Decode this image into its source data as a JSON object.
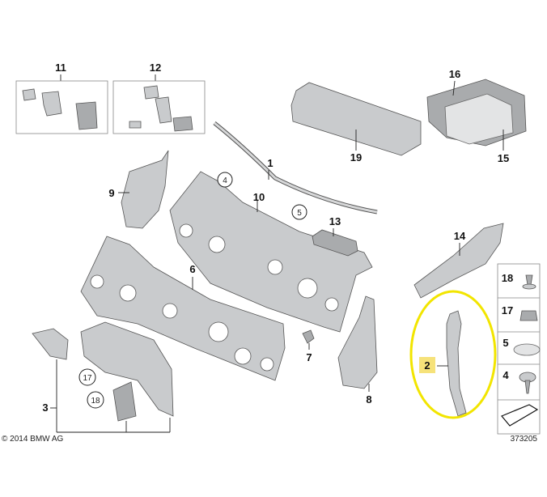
{
  "copyright": "© 2014 BMW AG",
  "diagram_number": "373205",
  "parts": [
    {
      "label": "1"
    },
    {
      "label": "2"
    },
    {
      "label": "3"
    },
    {
      "label": "4"
    },
    {
      "label": "5"
    },
    {
      "label": "6"
    },
    {
      "label": "7"
    },
    {
      "label": "8"
    },
    {
      "label": "9"
    },
    {
      "label": "10"
    },
    {
      "label": "11"
    },
    {
      "label": "12"
    },
    {
      "label": "13"
    },
    {
      "label": "14"
    },
    {
      "label": "15"
    },
    {
      "label": "16"
    },
    {
      "label": "17"
    },
    {
      "label": "18"
    },
    {
      "label": "19"
    }
  ],
  "side_panel": [
    {
      "label": "18"
    },
    {
      "label": "17"
    },
    {
      "label": "5"
    },
    {
      "label": "4"
    }
  ],
  "callouts": [
    {
      "label": "4"
    },
    {
      "label": "5"
    },
    {
      "label": "17"
    },
    {
      "label": "18"
    }
  ],
  "colors": {
    "highlight_ellipse": "#f2e500",
    "highlight_label_bg": "#f6e27a",
    "part_fill": "#c9cbcd",
    "outline": "#555555"
  }
}
